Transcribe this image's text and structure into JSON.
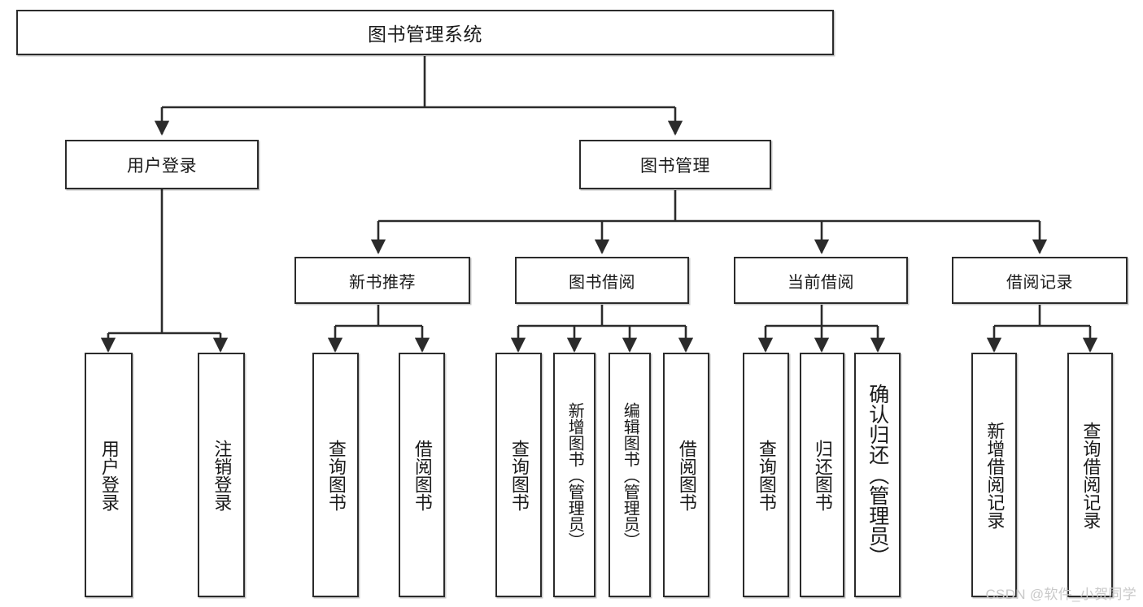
{
  "diagram": {
    "title": "图书管理系统",
    "type": "tree-hierarchy-diagram",
    "root": {
      "id": "root",
      "label": "图书管理系统"
    },
    "level1": [
      {
        "id": "user-login",
        "label": "用户登录"
      },
      {
        "id": "book-manage",
        "label": "图书管理"
      }
    ],
    "level2": [
      {
        "id": "new-book-rec",
        "label": "新书推荐",
        "parent": "book-manage"
      },
      {
        "id": "book-borrow",
        "label": "图书借阅",
        "parent": "book-manage"
      },
      {
        "id": "current-borrow",
        "label": "当前借阅",
        "parent": "book-manage"
      },
      {
        "id": "borrow-record",
        "label": "借阅记录",
        "parent": "book-manage"
      }
    ],
    "leaves": [
      {
        "id": "leaf-user-login",
        "label": "用户登录",
        "parent": "user-login"
      },
      {
        "id": "leaf-user-logout",
        "label": "注销登录",
        "parent": "user-login"
      },
      {
        "id": "leaf-query-book-1",
        "label": "查询图书",
        "parent": "new-book-rec"
      },
      {
        "id": "leaf-borrow-book-1",
        "label": "借阅图书",
        "parent": "new-book-rec"
      },
      {
        "id": "leaf-query-book-2",
        "label": "查询图书",
        "parent": "book-borrow"
      },
      {
        "id": "leaf-add-book",
        "label": "新增图书（管理员）",
        "parent": "book-borrow"
      },
      {
        "id": "leaf-edit-book",
        "label": "编辑图书（管理员）",
        "parent": "book-borrow"
      },
      {
        "id": "leaf-borrow-book-2",
        "label": "借阅图书",
        "parent": "book-borrow"
      },
      {
        "id": "leaf-query-book-3",
        "label": "查询图书",
        "parent": "current-borrow"
      },
      {
        "id": "leaf-return-book",
        "label": "归还图书",
        "parent": "current-borrow"
      },
      {
        "id": "leaf-confirm-return",
        "label": "确认归还（管理员）",
        "parent": "current-borrow"
      },
      {
        "id": "leaf-add-record",
        "label": "新增借阅记录",
        "parent": "borrow-record"
      },
      {
        "id": "leaf-query-record",
        "label": "查询借阅记录",
        "parent": "borrow-record"
      }
    ],
    "watermark": "CSDN @软件_小贺同学",
    "colors": {
      "stroke": "#2b2b2b",
      "fill": "#ffffff",
      "text": "#1a1a1a",
      "watermark": "#c9c9c9"
    }
  }
}
